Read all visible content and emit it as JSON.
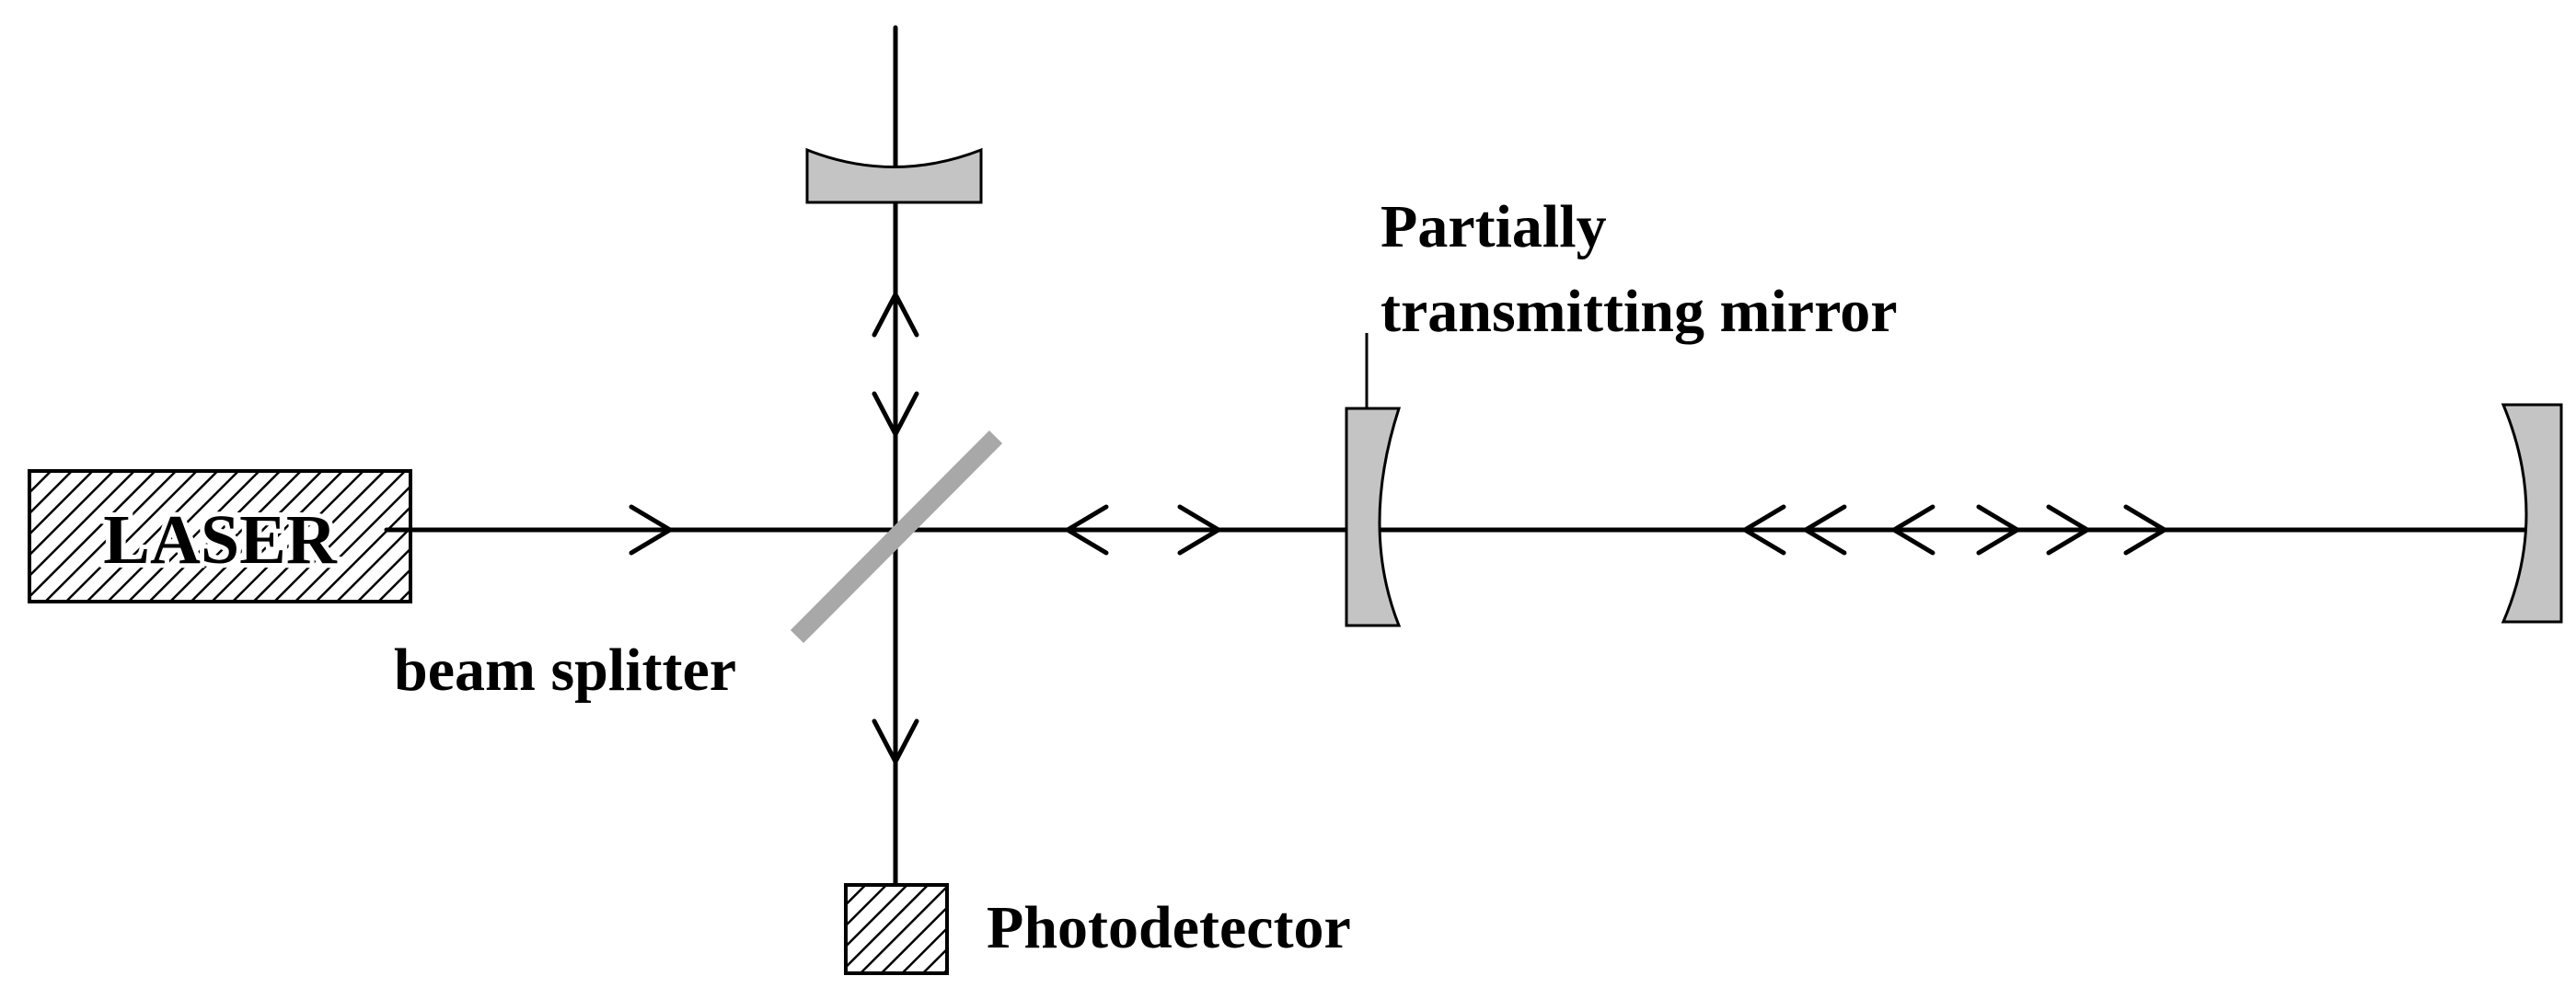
{
  "labels": {
    "laser": "LASER",
    "beam_splitter": "beam splitter",
    "partial_mirror_line1": "Partially",
    "partial_mirror_line2": "transmitting mirror",
    "photodetector": "Photodetector"
  },
  "colors": {
    "beam": "#000000",
    "optic": "#c4c4c4",
    "splitter": "#a8a8a8"
  }
}
